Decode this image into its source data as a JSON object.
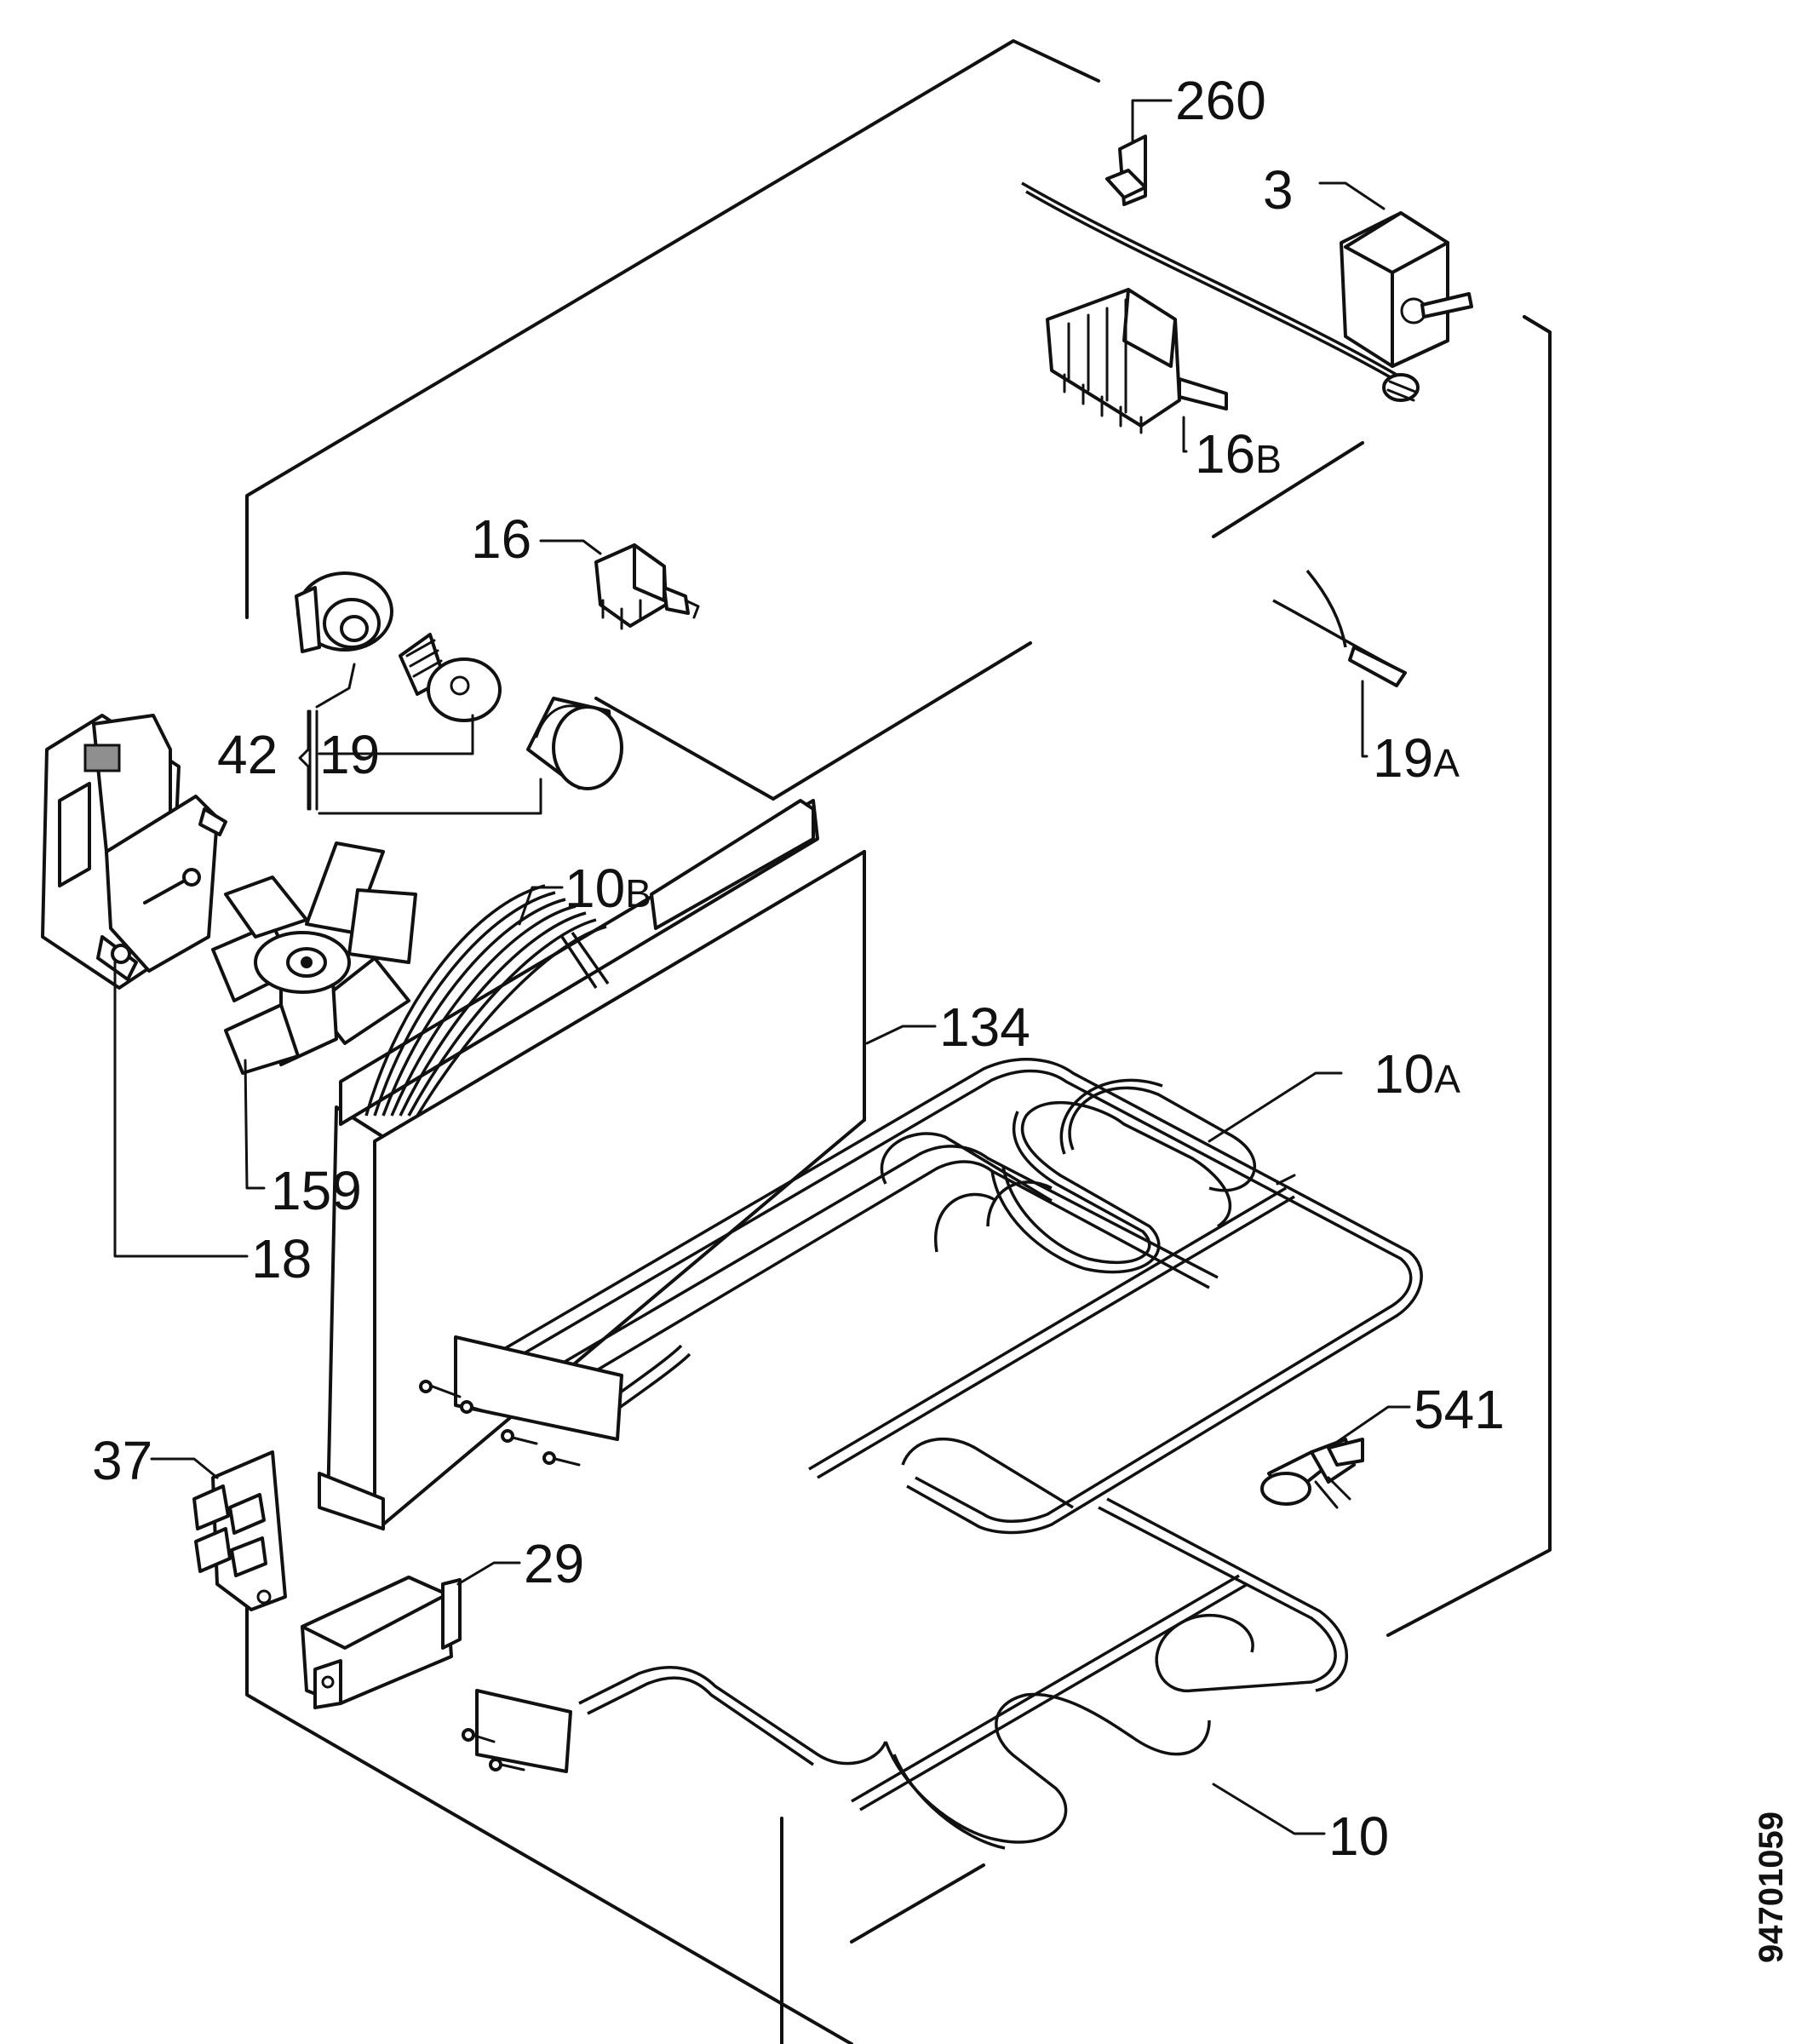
{
  "labels": {
    "p260": "260",
    "p3": "3",
    "p16b_main": "16",
    "p16b_suffix": "B",
    "p16": "16",
    "p19a_main": "19",
    "p19a_suffix": "A",
    "p42": "42",
    "p19": "19",
    "p10b_main": "10",
    "p10b_suffix": "B",
    "p134": "134",
    "p10a_main": "10",
    "p10a_suffix": "A",
    "p159": "159",
    "p18": "18",
    "p541": "541",
    "p37": "37",
    "p29": "29",
    "p10": "10"
  },
  "document_number": "94701059"
}
